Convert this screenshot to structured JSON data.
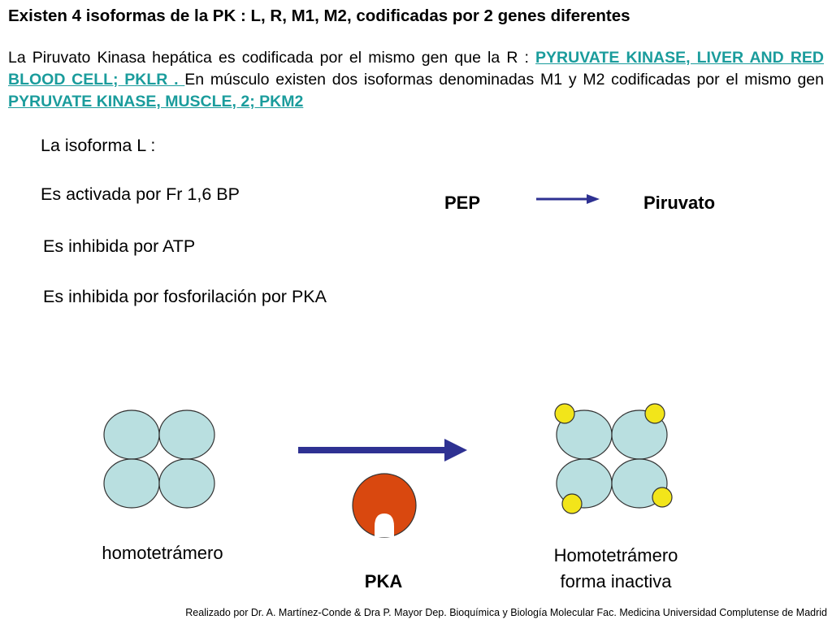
{
  "title": "Existen 4 isoformas de la PK : L, R, M1, M2, codificadas por 2 genes diferentes",
  "intro": {
    "text_1": "La Piruvato Kinasa hepática es codificada por el mismo gen que la R :  ",
    "link_1": "PYRUVATE KINASE, LIVER AND RED BLOOD CELL; PKLR . ",
    "text_2": "En músculo existen dos isoformas denominadas M1 y M2 codificadas por el mismo gen ",
    "link_2": "PYRUVATE KINASE, MUSCLE, 2; PKM2"
  },
  "isoform_heading": "La isoforma L :",
  "facts": [
    "Es activada por Fr 1,6 BP",
    "Es inhibida por ATP",
    "Es inhibida por fosforilación por PKA"
  ],
  "reaction": {
    "substrate": "PEP",
    "product": "Piruvato"
  },
  "diagram": {
    "left_caption": "homotetrámero",
    "right_caption_line1": "Homotetrámero",
    "right_caption_line2": "forma inactiva",
    "enzyme_label": "PKA"
  },
  "colors": {
    "subunit_fill": "#b9dfe0",
    "phosphate_fill": "#f2e51a",
    "pka_fill": "#d9480f",
    "arrow": "#2e3192",
    "link": "#1a9c9c"
  },
  "credits": "Realizado por Dr. A. Martínez-Conde & Dra P. Mayor Dep. Bioquímica y Biología Molecular Fac. Medicina Universidad Complutense de Madrid"
}
